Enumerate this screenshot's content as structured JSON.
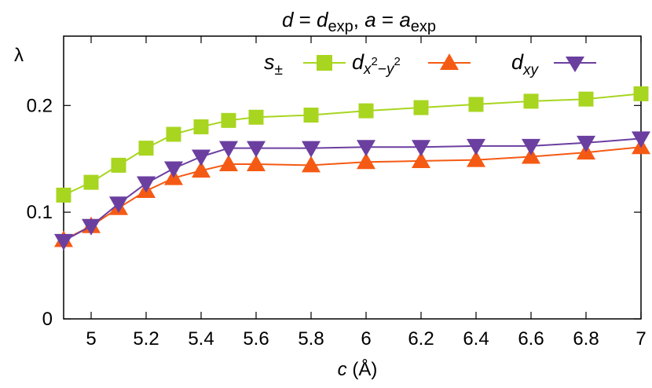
{
  "chart_data": {
    "type": "line",
    "title": "d = d_exp, a = a_exp",
    "xlabel": "c (Å)",
    "ylabel": "λ",
    "xlim": [
      4.9,
      7.0
    ],
    "ylim": [
      0,
      0.265
    ],
    "x_ticks": [
      5,
      5.2,
      5.4,
      5.6,
      5.8,
      6,
      6.2,
      6.4,
      6.6,
      6.8,
      7
    ],
    "x_tick_labels": [
      "5",
      "5.2",
      "5.4",
      "5.6",
      "5.8",
      "6",
      "6.2",
      "6.4",
      "6.6",
      "6.8",
      "7"
    ],
    "y_ticks": [
      0,
      0.1,
      0.2
    ],
    "y_tick_labels": [
      "0",
      "0.1",
      "0.2"
    ],
    "grid": false,
    "legend_position": "top",
    "series": [
      {
        "name": "s±",
        "color": "#a8d520",
        "marker": "square",
        "x": [
          4.9,
          5.0,
          5.1,
          5.2,
          5.3,
          5.4,
          5.5,
          5.6,
          5.8,
          6.0,
          6.2,
          6.4,
          6.6,
          6.8,
          7.0
        ],
        "y": [
          0.116,
          0.128,
          0.144,
          0.16,
          0.173,
          0.18,
          0.186,
          0.189,
          0.191,
          0.195,
          0.198,
          0.201,
          0.204,
          0.206,
          0.211
        ]
      },
      {
        "name": "d_{x²−y²}",
        "color": "#f55a14",
        "marker": "triangle-up",
        "x": [
          4.9,
          5.0,
          5.1,
          5.2,
          5.3,
          5.4,
          5.5,
          5.6,
          5.8,
          6.0,
          6.2,
          6.4,
          6.6,
          6.8,
          7.0
        ],
        "y": [
          0.074,
          0.087,
          0.104,
          0.12,
          0.132,
          0.139,
          0.145,
          0.145,
          0.144,
          0.147,
          0.148,
          0.149,
          0.152,
          0.156,
          0.161
        ]
      },
      {
        "name": "d_xy",
        "color": "#6b3fa0",
        "marker": "triangle-down",
        "x": [
          4.9,
          5.0,
          5.1,
          5.2,
          5.3,
          5.4,
          5.5,
          5.6,
          5.8,
          6.0,
          6.2,
          6.4,
          6.6,
          6.8,
          7.0
        ],
        "y": [
          0.073,
          0.087,
          0.108,
          0.127,
          0.141,
          0.152,
          0.16,
          0.16,
          0.16,
          0.161,
          0.161,
          0.162,
          0.162,
          0.165,
          0.169
        ]
      }
    ]
  }
}
